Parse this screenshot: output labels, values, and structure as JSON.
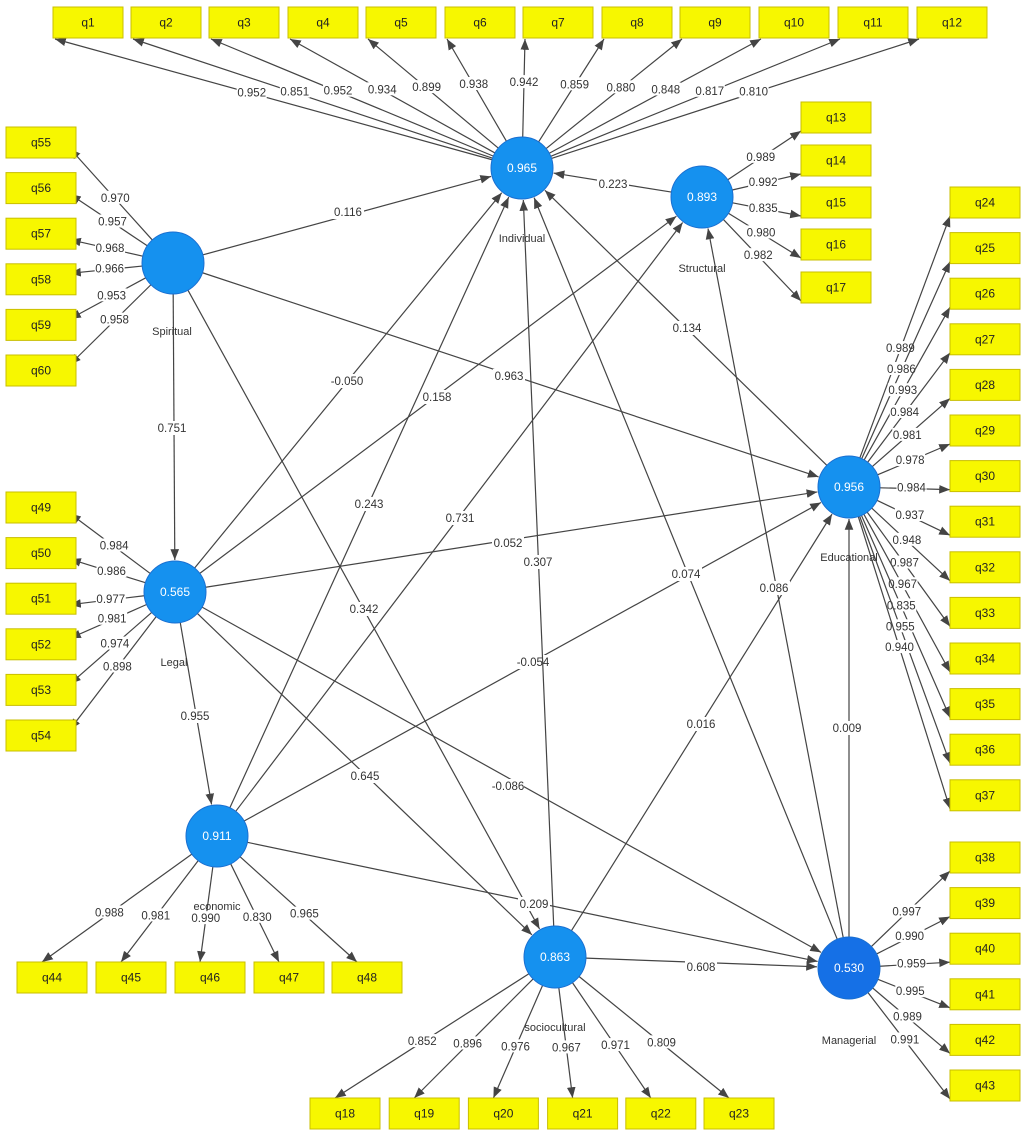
{
  "colors": {
    "indicator_fill": "#f7f700",
    "latent_fill": "#1591ef",
    "latent_fill_dark": "#1570e6",
    "edge": "#444444"
  },
  "latents": [
    {
      "id": "individual",
      "label": "Individual",
      "value": "0.965"
    },
    {
      "id": "structural",
      "label": "Structural",
      "value": "0.893"
    },
    {
      "id": "spiritual",
      "label": "Spiritual",
      "value": ""
    },
    {
      "id": "legal",
      "label": "Legal",
      "value": "0.565"
    },
    {
      "id": "educational",
      "label": "Educational",
      "value": "0.956"
    },
    {
      "id": "economic",
      "label": "economic",
      "value": "0.911"
    },
    {
      "id": "sociocultural",
      "label": "sociocultural",
      "value": "0.863"
    },
    {
      "id": "managerial",
      "label": "Managerial",
      "value": "0.530"
    }
  ],
  "paths": [
    {
      "from": "spiritual",
      "to": "individual",
      "value": "0.116"
    },
    {
      "from": "structural",
      "to": "individual",
      "value": "0.223"
    },
    {
      "from": "spiritual",
      "to": "legal",
      "value": "0.751"
    },
    {
      "from": "spiritual",
      "to": "educational",
      "value": "0.963"
    },
    {
      "from": "spiritual",
      "to": "sociocultural",
      "value": "0.342"
    },
    {
      "from": "legal",
      "to": "individual",
      "value": "-0.050"
    },
    {
      "from": "legal",
      "to": "structural",
      "value": "0.158"
    },
    {
      "from": "legal",
      "to": "educational",
      "value": "0.052"
    },
    {
      "from": "legal",
      "to": "economic",
      "value": "0.955"
    },
    {
      "from": "legal",
      "to": "sociocultural",
      "value": "0.645"
    },
    {
      "from": "legal",
      "to": "managerial",
      "value": "-0.086"
    },
    {
      "from": "economic",
      "to": "individual",
      "value": "0.243"
    },
    {
      "from": "economic",
      "to": "structural",
      "value": "0.731"
    },
    {
      "from": "economic",
      "to": "educational",
      "value": "-0.054"
    },
    {
      "from": "economic",
      "to": "managerial",
      "value": "0.209"
    },
    {
      "from": "educational",
      "to": "individual",
      "value": "0.134"
    },
    {
      "from": "sociocultural",
      "to": "individual",
      "value": "0.307"
    },
    {
      "from": "sociocultural",
      "to": "educational",
      "value": "0.016"
    },
    {
      "from": "sociocultural",
      "to": "managerial",
      "value": "0.608"
    },
    {
      "from": "managerial",
      "to": "individual",
      "value": "0.074"
    },
    {
      "from": "managerial",
      "to": "structural",
      "value": "0.086"
    },
    {
      "from": "managerial",
      "to": "educational",
      "value": "0.009"
    }
  ],
  "indicators": [
    {
      "label": "q1",
      "latent": "individual",
      "loading": "0.952"
    },
    {
      "label": "q2",
      "latent": "individual",
      "loading": "0.851"
    },
    {
      "label": "q3",
      "latent": "individual",
      "loading": "0.952"
    },
    {
      "label": "q4",
      "latent": "individual",
      "loading": "0.934"
    },
    {
      "label": "q5",
      "latent": "individual",
      "loading": "0.899"
    },
    {
      "label": "q6",
      "latent": "individual",
      "loading": "0.938"
    },
    {
      "label": "q7",
      "latent": "individual",
      "loading": "0.942"
    },
    {
      "label": "q8",
      "latent": "individual",
      "loading": "0.859"
    },
    {
      "label": "q9",
      "latent": "individual",
      "loading": "0.880"
    },
    {
      "label": "q10",
      "latent": "individual",
      "loading": "0.848"
    },
    {
      "label": "q11",
      "latent": "individual",
      "loading": "0.817"
    },
    {
      "label": "q12",
      "latent": "individual",
      "loading": "0.810"
    },
    {
      "label": "q13",
      "latent": "structural",
      "loading": "0.989"
    },
    {
      "label": "q14",
      "latent": "structural",
      "loading": "0.992"
    },
    {
      "label": "q15",
      "latent": "structural",
      "loading": "0.835"
    },
    {
      "label": "q16",
      "latent": "structural",
      "loading": "0.980"
    },
    {
      "label": "q17",
      "latent": "structural",
      "loading": "0.982"
    },
    {
      "label": "q18",
      "latent": "sociocultural",
      "loading": "0.852"
    },
    {
      "label": "q19",
      "latent": "sociocultural",
      "loading": "0.896"
    },
    {
      "label": "q20",
      "latent": "sociocultural",
      "loading": "0.976"
    },
    {
      "label": "q21",
      "latent": "sociocultural",
      "loading": "0.967"
    },
    {
      "label": "q22",
      "latent": "sociocultural",
      "loading": "0.971"
    },
    {
      "label": "q23",
      "latent": "sociocultural",
      "loading": "0.809"
    },
    {
      "label": "q24",
      "latent": "educational",
      "loading": "0.989"
    },
    {
      "label": "q25",
      "latent": "educational",
      "loading": "0.986"
    },
    {
      "label": "q26",
      "latent": "educational",
      "loading": "0.993"
    },
    {
      "label": "q27",
      "latent": "educational",
      "loading": "0.984"
    },
    {
      "label": "q28",
      "latent": "educational",
      "loading": "0.981"
    },
    {
      "label": "q29",
      "latent": "educational",
      "loading": "0.978"
    },
    {
      "label": "q30",
      "latent": "educational",
      "loading": "0.984"
    },
    {
      "label": "q31",
      "latent": "educational",
      "loading": "0.937"
    },
    {
      "label": "q32",
      "latent": "educational",
      "loading": "0.948"
    },
    {
      "label": "q33",
      "latent": "educational",
      "loading": "0.987"
    },
    {
      "label": "q34",
      "latent": "educational",
      "loading": "0.967"
    },
    {
      "label": "q35",
      "latent": "educational",
      "loading": "0.835"
    },
    {
      "label": "q36",
      "latent": "educational",
      "loading": "0.955"
    },
    {
      "label": "q37",
      "latent": "educational",
      "loading": "0.940"
    },
    {
      "label": "q38",
      "latent": "managerial",
      "loading": "0.997"
    },
    {
      "label": "q39",
      "latent": "managerial",
      "loading": "0.990"
    },
    {
      "label": "q40",
      "latent": "managerial",
      "loading": "0.959"
    },
    {
      "label": "q41",
      "latent": "managerial",
      "loading": "0.995"
    },
    {
      "label": "q42",
      "latent": "managerial",
      "loading": "0.989"
    },
    {
      "label": "q43",
      "latent": "managerial",
      "loading": "0.991"
    },
    {
      "label": "q44",
      "latent": "economic",
      "loading": "0.988"
    },
    {
      "label": "q45",
      "latent": "economic",
      "loading": "0.981"
    },
    {
      "label": "q46",
      "latent": "economic",
      "loading": "0.990"
    },
    {
      "label": "q47",
      "latent": "economic",
      "loading": "0.830"
    },
    {
      "label": "q48",
      "latent": "economic",
      "loading": "0.965"
    },
    {
      "label": "q49",
      "latent": "legal",
      "loading": "0.984"
    },
    {
      "label": "q50",
      "latent": "legal",
      "loading": "0.986"
    },
    {
      "label": "q51",
      "latent": "legal",
      "loading": "0.977"
    },
    {
      "label": "q52",
      "latent": "legal",
      "loading": "0.981"
    },
    {
      "label": "q53",
      "latent": "legal",
      "loading": "0.974"
    },
    {
      "label": "q54",
      "latent": "legal",
      "loading": "0.898"
    },
    {
      "label": "q55",
      "latent": "spiritual",
      "loading": "0.970"
    },
    {
      "label": "q56",
      "latent": "spiritual",
      "loading": "0.957"
    },
    {
      "label": "q57",
      "latent": "spiritual",
      "loading": "0.968"
    },
    {
      "label": "q58",
      "latent": "spiritual",
      "loading": "0.966"
    },
    {
      "label": "q59",
      "latent": "spiritual",
      "loading": "0.953"
    },
    {
      "label": "q60",
      "latent": "spiritual",
      "loading": "0.958"
    }
  ]
}
